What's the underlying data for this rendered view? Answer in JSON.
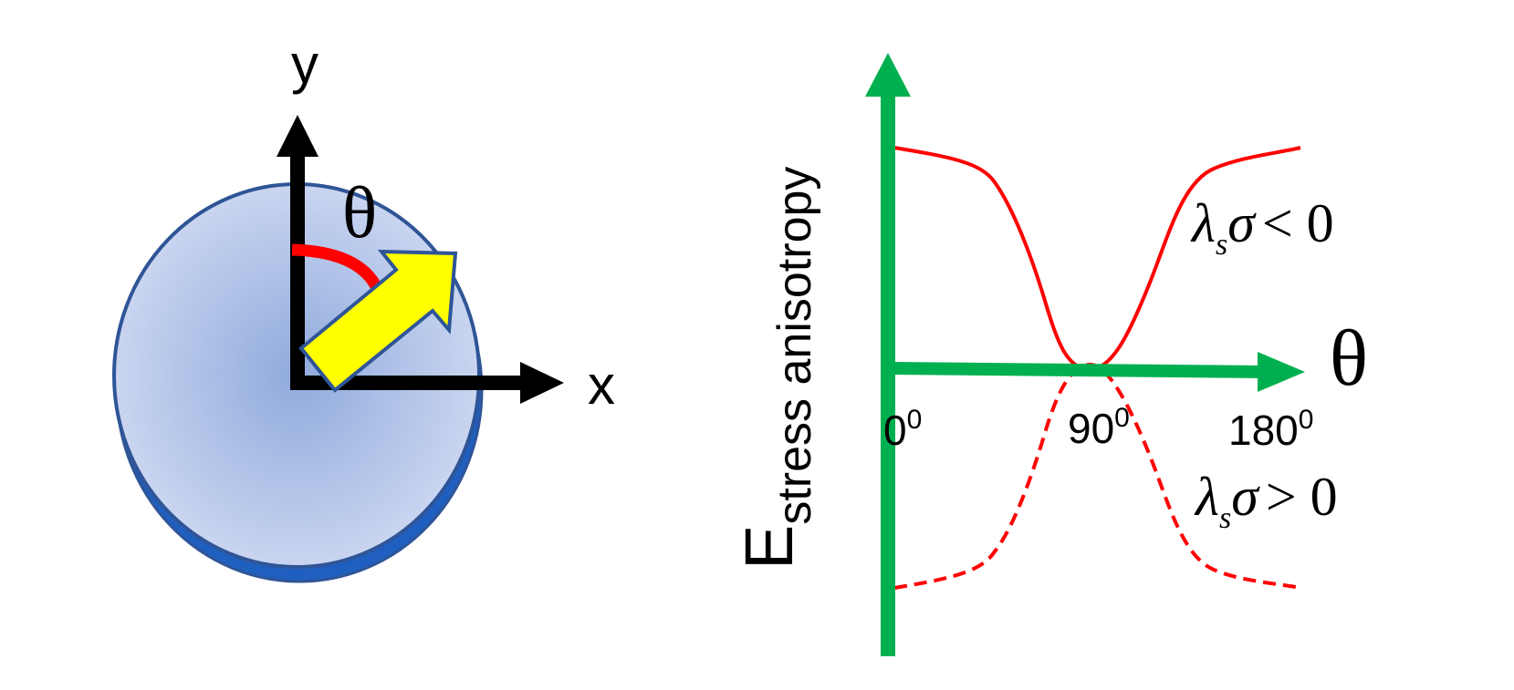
{
  "left_panel": {
    "y_axis_label": "y",
    "x_axis_label": "x",
    "angle_label": "θ"
  },
  "right_panel": {
    "y_axis_label_main": "E",
    "y_axis_label_sub": "stress anisotropy",
    "x_axis_label": "θ",
    "ticks": [
      {
        "base": "0",
        "sup": "0"
      },
      {
        "base": "90",
        "sup": "0"
      },
      {
        "base": "180",
        "sup": "0"
      }
    ],
    "curve_negative": {
      "lambda": "λ",
      "sub": "s",
      "sigma": "σ",
      "relation": "< 0"
    },
    "curve_positive": {
      "lambda": "λ",
      "sub": "s",
      "sigma": "σ",
      "relation": "> 0"
    }
  },
  "colors": {
    "axis_green": "#00b050",
    "curve_red": "#ff0000",
    "arrow_yellow": "#ffff00",
    "disk_edge": "#2f5597",
    "disk_fill_center": "#8faadc",
    "disk_fill_edge": "#cfd9f2",
    "disk_shadow": "#1f5fbf",
    "axis_black": "#000000"
  }
}
